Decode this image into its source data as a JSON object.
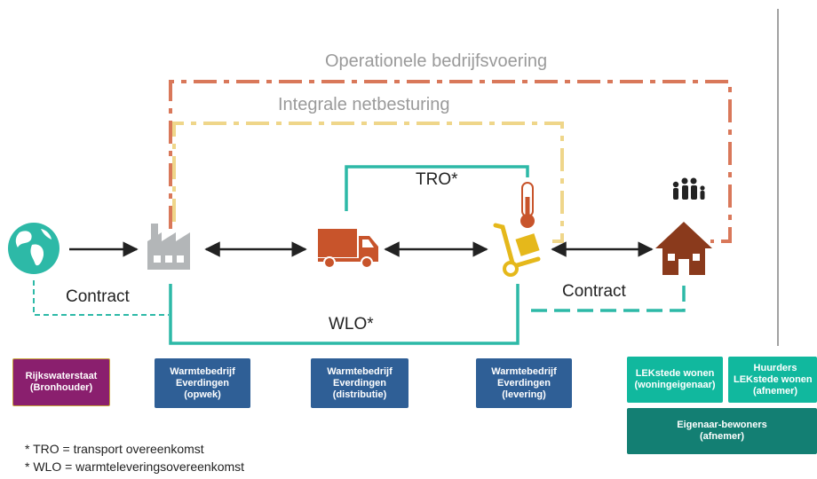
{
  "headings": {
    "operationele": "Operationele bedrijfsvoering",
    "integrale": "Integrale netbesturing"
  },
  "flows": {
    "tro": "TRO*",
    "wlo": "WLO*",
    "contract_left": "Contract",
    "contract_right": "Contract"
  },
  "boxes": {
    "rijkswaterstaat": {
      "line1": "Rijkswaterstaat",
      "line2": "(Bronhouder)"
    },
    "opwek": {
      "line1": "Warmtebedrijf",
      "line2": "Everdingen",
      "line3": "(opwek)"
    },
    "distributie": {
      "line1": "Warmtebedrijf",
      "line2": "Everdingen",
      "line3": "(distributie)"
    },
    "levering": {
      "line1": "Warmtebedrijf",
      "line2": "Everdingen",
      "line3": "(levering)"
    },
    "lekstede": {
      "line1": "LEKstede wonen",
      "line2": "(woningeigenaar)"
    },
    "huurders": {
      "line1": "Huurders",
      "line2": "LEKstede wonen",
      "line3": "(afnemer)"
    },
    "eigenaar": {
      "line1": "Eigenaar-bewoners",
      "line2": "(afnemer)"
    }
  },
  "footnotes": {
    "tro": "* TRO = transport overeenkomst",
    "wlo": "* WLO = warmteleveringsovereenkomst"
  },
  "icons": [
    "globe-icon",
    "factory-icon",
    "truck-icon",
    "hand-truck-icon",
    "thermometer-icon",
    "family-icon",
    "house-icon"
  ],
  "colors": {
    "teal": "#2db9a7",
    "orange_dash": "#d9785a",
    "yellow_dash": "#efd68a",
    "box_blue": "#2f5f96",
    "box_purple": "#8a1f6e",
    "box_teal": "#11b89e",
    "box_dark_teal": "#137f73",
    "truck": "#c8542b",
    "house": "#8a3a1c",
    "hand_truck": "#e5b81b"
  }
}
